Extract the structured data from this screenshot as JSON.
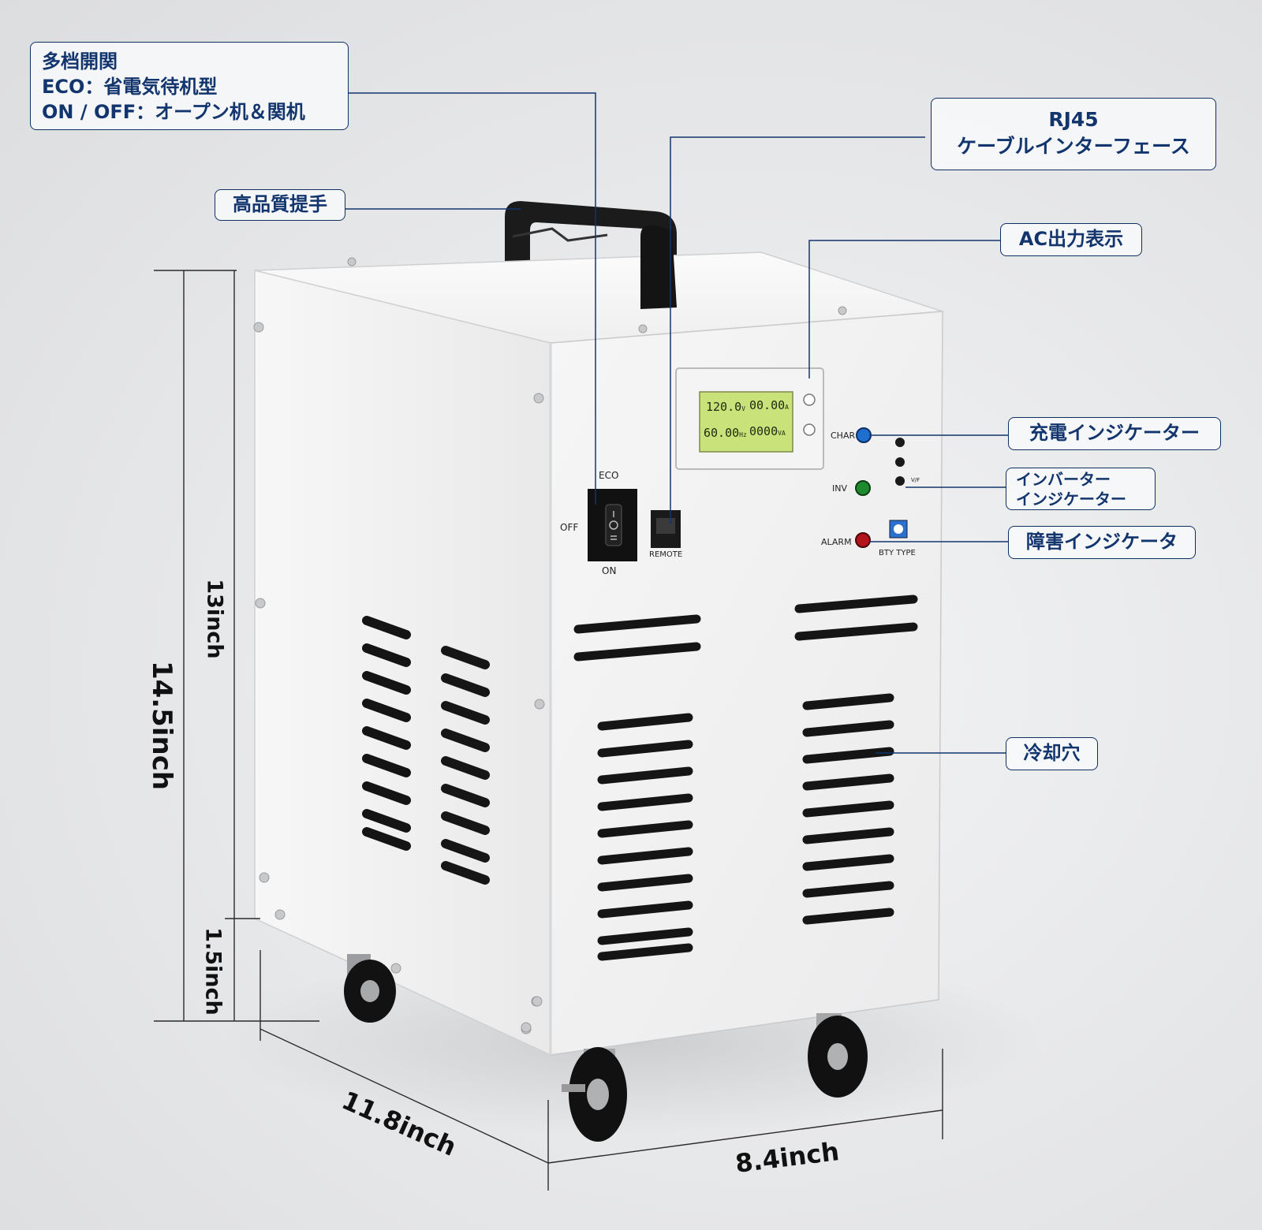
{
  "callouts": {
    "switch": {
      "title": "多档開関",
      "line1": "ECO：省電気待机型",
      "line2": "ON / OFF：オープン机＆関机"
    },
    "rj45": {
      "title": "RJ45",
      "subtitle": "ケーブルインターフェース"
    },
    "handle": {
      "label": "高品質提手"
    },
    "ac_display": {
      "label": "AC出力表示"
    },
    "charge": {
      "label": "充電インジケーター"
    },
    "inverter": {
      "line1": "インバーター",
      "line2": "インジケーター"
    },
    "fault": {
      "label": "障害インジケータ"
    },
    "cooling": {
      "label": "冷却穴"
    }
  },
  "lcd": {
    "voltage": "120.0",
    "voltage_unit": "V",
    "current": "00.00",
    "current_unit": "A",
    "frequency": "60.00",
    "frequency_unit": "Hz",
    "power": "0000",
    "power_unit": "VA"
  },
  "panel": {
    "eco": "ECO",
    "off": "OFF",
    "on": "ON",
    "remote": "REMOTE",
    "char": "CHAR",
    "inv": "INV",
    "alarm": "ALARM",
    "bty_type": "BTY TYPE",
    "vf": "V/F"
  },
  "dimensions": {
    "total_height": "14.5inch",
    "body_height": "13inch",
    "wheel_height": "1.5inch",
    "depth": "11.8inch",
    "width": "8.4inch"
  },
  "colors": {
    "callout_border": "#0f2f63",
    "callout_text": "#13356e",
    "char_led": "#1f6fd1",
    "inv_led": "#1e8a2e",
    "alarm_led": "#b3141c",
    "lcd": "#c9e27a"
  }
}
